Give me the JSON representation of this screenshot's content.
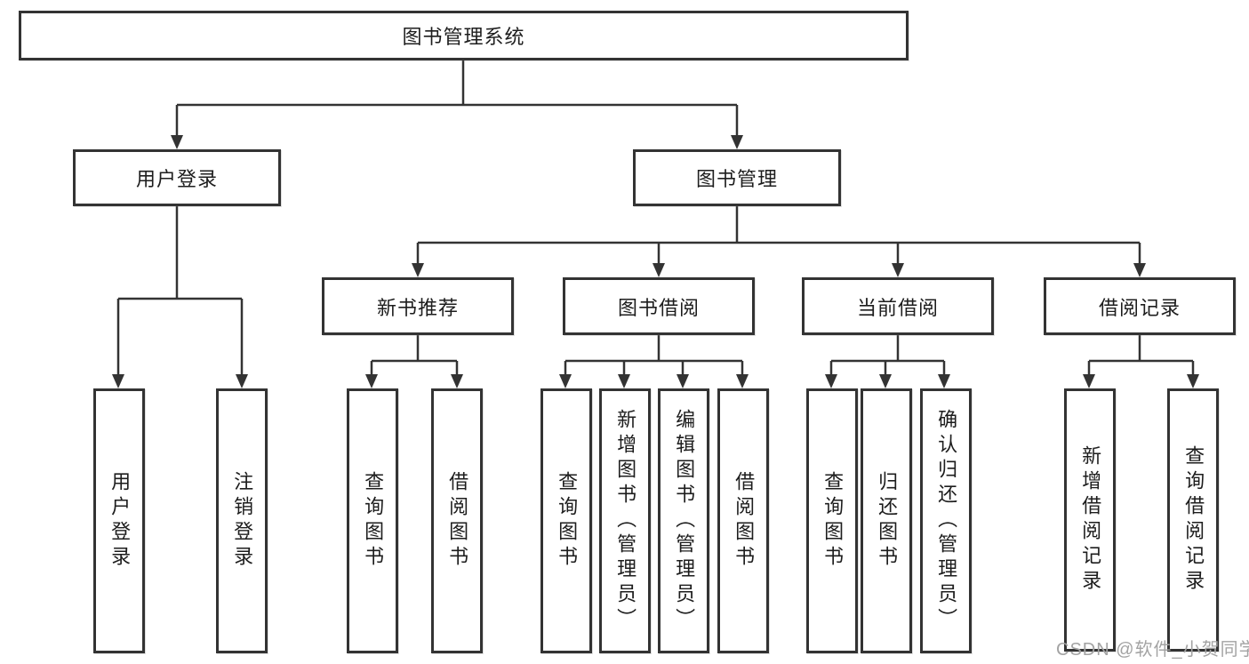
{
  "watermark": "CSDN @软件_小贺同学",
  "colors": {
    "line": "#333333",
    "text": "#1d1d1d",
    "watermark": "#a3a3a3",
    "box_background": "#ffffff",
    "page_background": "#ffffff"
  },
  "tree": {
    "root": {
      "label": "图书管理系统",
      "children": [
        {
          "label": "用户登录",
          "children": [
            {
              "label": "用户登录"
            },
            {
              "label": "注销登录"
            }
          ]
        },
        {
          "label": "图书管理",
          "children": [
            {
              "label": "新书推荐",
              "children": [
                {
                  "label": "查询图书"
                },
                {
                  "label": "借阅图书"
                }
              ]
            },
            {
              "label": "图书借阅",
              "children": [
                {
                  "label": "查询图书"
                },
                {
                  "label": "新增图书（管理员）"
                },
                {
                  "label": "编辑图书（管理员）"
                },
                {
                  "label": "借阅图书"
                }
              ]
            },
            {
              "label": "当前借阅",
              "children": [
                {
                  "label": "查询图书"
                },
                {
                  "label": "归还图书"
                },
                {
                  "label": "确认归还（管理员）"
                }
              ]
            },
            {
              "label": "借阅记录",
              "children": [
                {
                  "label": "新增借阅记录"
                },
                {
                  "label": "查询借阅记录"
                }
              ]
            }
          ]
        }
      ]
    }
  }
}
